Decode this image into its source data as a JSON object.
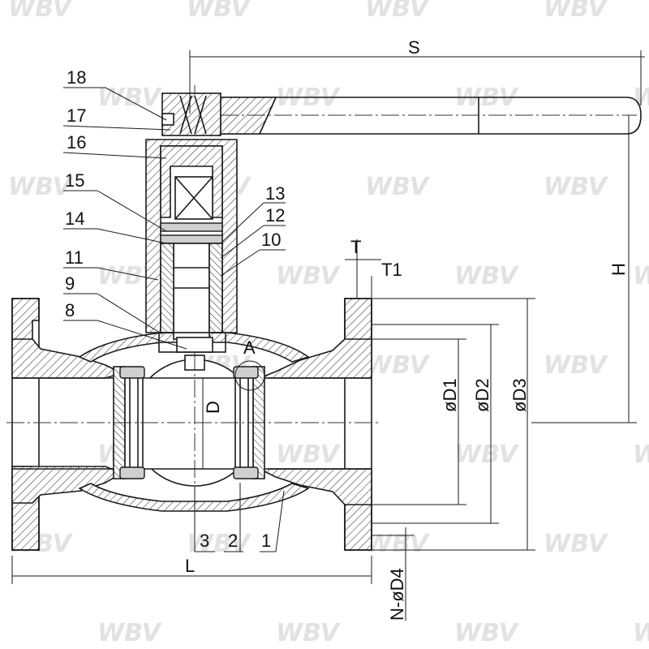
{
  "watermark": {
    "text": "WBV"
  },
  "callouts": [
    {
      "id": "18",
      "text": "18"
    },
    {
      "id": "17",
      "text": "17"
    },
    {
      "id": "16",
      "text": "16"
    },
    {
      "id": "15",
      "text": "15"
    },
    {
      "id": "14",
      "text": "14"
    },
    {
      "id": "11",
      "text": "11"
    },
    {
      "id": "9",
      "text": "9"
    },
    {
      "id": "8",
      "text": "8"
    },
    {
      "id": "13",
      "text": "13"
    },
    {
      "id": "12",
      "text": "12"
    },
    {
      "id": "10",
      "text": "10"
    },
    {
      "id": "3",
      "text": "3"
    },
    {
      "id": "2",
      "text": "2"
    },
    {
      "id": "1",
      "text": "1"
    }
  ],
  "dimensions": {
    "S": "S",
    "H": "H",
    "T": "T",
    "T1": "T1",
    "D": "D",
    "D1": "øD1",
    "D2": "øD2",
    "D3": "øD3",
    "L": "L",
    "N_D4": "N-øD4",
    "A": "A"
  }
}
